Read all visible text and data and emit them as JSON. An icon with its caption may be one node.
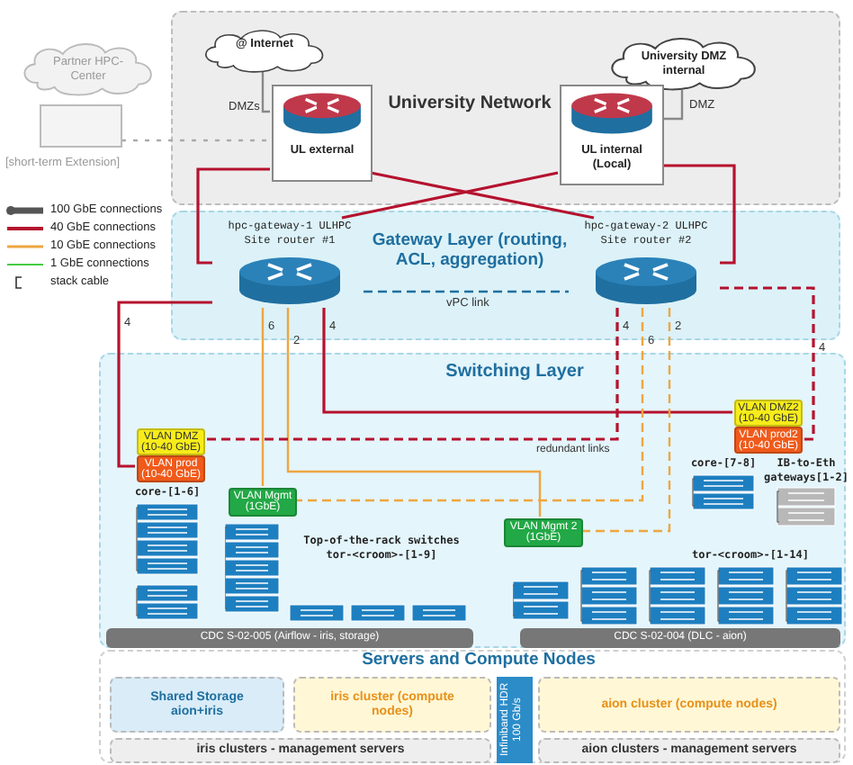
{
  "diagram": {
    "nodes": [
      {
        "text": [
          "Partner HPC-Center"
        ]
      },
      {
        "text": [],
        "shape": "box",
        "beside": [
          "[short-term Extension]"
        ]
      },
      {
        "text": [
          "University Network"
        ]
      },
      {
        "text": [
          "@ Internet"
        ],
        "in": 2
      },
      {
        "text": [
          "UL external"
        ],
        "in": 2
      },
      {
        "text": [
          "University DMZ internal"
        ],
        "in": 2
      },
      {
        "text": [
          "UL internal (Local)"
        ],
        "in": 2
      },
      {
        "text": [
          "Gateway Layer (routing, ACL, aggregation)"
        ]
      },
      {
        "text": [
          "hpc-gateway-1 ULHPC Site router #1"
        ],
        "in": 7
      },
      {
        "text": [
          "hpc-gateway-2 ULHPC Site router #2"
        ],
        "in": 7
      },
      {
        "text": [
          "Switching Layer"
        ]
      },
      {
        "text": [
          "VLAN DMZ (10-40 GbE)"
        ],
        "in": 10
      },
      {
        "text": [
          "VLAN prod (10-40 GbE)"
        ],
        "in": 10
      },
      {
        "text": [
          "core-[1-6]"
        ],
        "in": 10
      },
      {
        "text": [
          "VLAN Mgmt (1GbE)"
        ],
        "in": 10
      },
      {
        "text": [
          "Top-of-the-rack switches tor-<croom>-[1-9]"
        ],
        "in": 10
      },
      {
        "text": [
          "VLAN Mgmt 2 (1GbE)"
        ],
        "in": 10
      },
      {
        "text": [
          "tor-<croom>-[1-14]"
        ],
        "in": 10
      },
      {
        "text": [
          "VLAN DMZ2 (10-40 GbE)"
        ],
        "in": 10
      },
      {
        "text": [
          "VLAN prod2 (10-40 GbE)"
        ],
        "in": 10
      },
      {
        "text": [
          "core-[7-8]"
        ],
        "in": 10
      },
      {
        "text": [
          "IB-to-Eth gateways[1-2]"
        ],
        "in": 10
      },
      {
        "text": [
          "CDC S-02-005 (Airflow - iris, storage)"
        ],
        "in": 10
      },
      {
        "text": [
          "CDC S-02-004 (DLC - aion)"
        ],
        "in": 10
      },
      {
        "text": [
          "Servers and Compute Nodes"
        ]
      },
      {
        "text": [
          "Shared Storage aion+iris"
        ],
        "in": 24
      },
      {
        "text": [
          "iris cluster (compute nodes)"
        ],
        "in": 24
      },
      {
        "text": [
          "aion cluster (compute nodes)"
        ],
        "in": 24
      },
      {
        "text": [
          "iris clusters - management servers"
        ],
        "in": 24
      },
      {
        "text": [
          "aion clusters - management servers"
        ],
        "in": 24
      },
      {
        "text": [
          "Infiniband HDR 100 Gb/s"
        ],
        "in": 24
      }
    ],
    "edges": [
      {
        "from": 3,
        "to": 4,
        "arrow": "none",
        "label": "DMZs",
        "color": "#888888"
      },
      {
        "from": 5,
        "to": 6,
        "arrow": "none",
        "label": "DMZ",
        "color": "#888888"
      },
      {
        "from": 1,
        "to": 4,
        "arrow": "none",
        "style": "dashed",
        "color": "#aaaaaa"
      },
      {
        "from": 4,
        "to": 8,
        "arrow": "none"
      },
      {
        "from": 4,
        "to": 9,
        "arrow": "none"
      },
      {
        "from": 6,
        "to": 8,
        "arrow": "none"
      },
      {
        "from": 6,
        "to": 9,
        "arrow": "none"
      },
      {
        "from": 8,
        "to": 9,
        "arrow": "none",
        "label": "vPC link",
        "style": "dashed",
        "color": "#1f6fa0"
      },
      {
        "from": 8,
        "to": 12,
        "arrow": "none",
        "label": "4"
      },
      {
        "from": 8,
        "to": 14,
        "arrow": "none",
        "label": "6",
        "color": "#eea640"
      },
      {
        "from": 8,
        "to": 16,
        "arrow": "none",
        "label": "2",
        "color": "#eea640"
      },
      {
        "from": 8,
        "to": 18,
        "arrow": "none",
        "label": "4"
      },
      {
        "from": 9,
        "to": 11,
        "arrow": "none",
        "label": "4",
        "style": "dashed"
      },
      {
        "from": 9,
        "to": 14,
        "arrow": "none",
        "label": "6",
        "style": "dashed",
        "color": "#eea640"
      },
      {
        "from": 9,
        "to": 16,
        "arrow": "none",
        "label": "2",
        "style": "dashed",
        "color": "#eea640"
      },
      {
        "from": 9,
        "to": 19,
        "arrow": "none",
        "label": "4",
        "style": "dashed"
      }
    ],
    "labels": [
      "redundant links"
    ],
    "legend": [
      {
        "text": "100 GbE connections"
      },
      {
        "text": "40 GbE connections"
      },
      {
        "text": "10 GbE connections"
      },
      {
        "text": "1 GbE connections"
      },
      {
        "text": "stack cable"
      }
    ]
  }
}
